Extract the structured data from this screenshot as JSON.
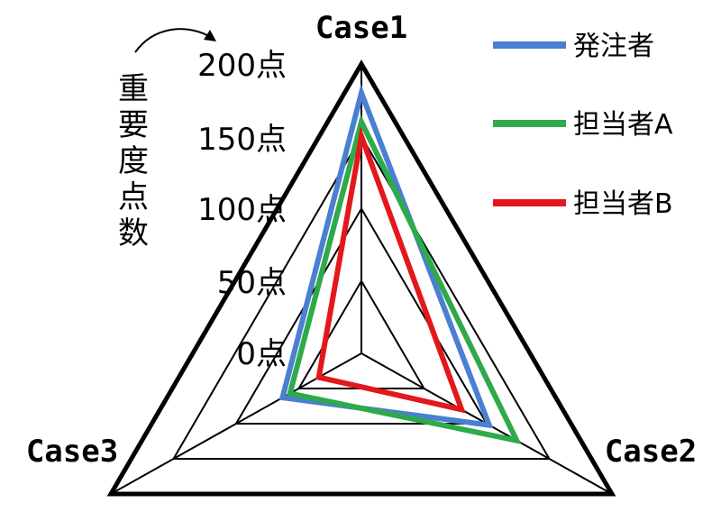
{
  "chart_data": {
    "type": "radar",
    "axes": [
      "Case1",
      "Case2",
      "Case3"
    ],
    "ylabel": "重要度点数",
    "range": [
      0,
      200
    ],
    "ticks": [
      0,
      50,
      100,
      150,
      200
    ],
    "tick_labels": [
      "0点",
      "50点",
      "100点",
      "150点",
      "200点"
    ],
    "series": [
      {
        "name": "発注者",
        "color": "#4a7fd1",
        "values": [
          180,
          102,
          63
        ]
      },
      {
        "name": "担当者A",
        "color": "#2faa4a",
        "values": [
          160,
          124,
          57
        ]
      },
      {
        "name": "担当者B",
        "color": "#e3181c",
        "values": [
          150,
          80,
          34
        ]
      }
    ],
    "legend_position": "top-right"
  }
}
